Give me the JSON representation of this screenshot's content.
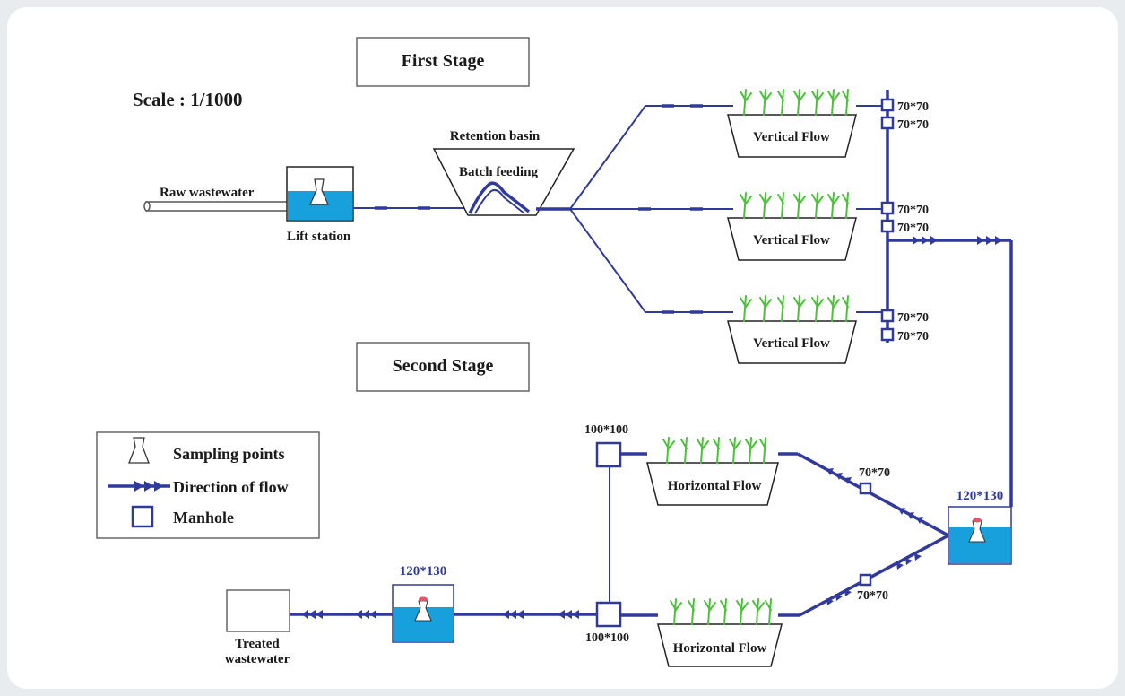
{
  "title_first": "First Stage",
  "title_second": "Second Stage",
  "scale": "Scale : 1/1000",
  "raw": "Raw wastewater",
  "lift": "Lift station",
  "retention": "Retention basin",
  "batch": "Batch feeding",
  "vertical_flow": "Vertical Flow",
  "horizontal_flow": "Horizontal Flow",
  "manhole_70": "70*70",
  "manhole_100": "100*100",
  "tank_120": "120*130",
  "treated_line1": "Treated",
  "treated_line2": "wastewater",
  "legend": {
    "sampling": "Sampling points",
    "direction": "Direction of flow",
    "manhole": "Manhole"
  },
  "colors": {
    "pipe": "#2f3a9c",
    "water": "#18a0dd",
    "plant": "#4cc23a"
  }
}
